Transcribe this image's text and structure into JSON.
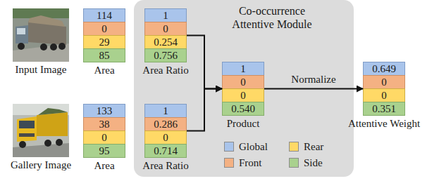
{
  "diagram": {
    "nodes": [
      {
        "text": [
          "Input Image"
        ]
      },
      {
        "text": [
          "114",
          "0",
          "29",
          "85",
          "Area"
        ]
      },
      {
        "text": [
          "Co-occurrence Attentive Module"
        ]
      },
      {
        "text": [
          "1",
          "0",
          "0.254",
          "0.756",
          "Area Ratio"
        ],
        "in": 2
      },
      {
        "text": [
          "1",
          "0",
          "0",
          "0.540",
          "Product"
        ],
        "in": 2
      },
      {
        "text": [
          "Gallery Image"
        ]
      },
      {
        "text": [
          "133",
          "38",
          "0",
          "95",
          "Area"
        ]
      },
      {
        "text": [
          "1",
          "0.286",
          "0",
          "0.714",
          "Area Ratio"
        ],
        "in": 2
      },
      {
        "text": [
          "0.649",
          "0",
          "0",
          "0.351",
          "Attentive Weight"
        ]
      }
    ],
    "edges": [
      {
        "from": 3,
        "to": 4,
        "arrow": "to"
      },
      {
        "from": 7,
        "to": 4,
        "arrow": "to"
      },
      {
        "from": 4,
        "to": 8,
        "arrow": "to",
        "label": "Normalize"
      }
    ],
    "legend": [
      {
        "text": "Global",
        "color": "#a9c4eb"
      },
      {
        "text": "Rear",
        "color": "#ffd966"
      },
      {
        "text": "Front",
        "color": "#f4b183"
      },
      {
        "text": "Side",
        "color": "#a9d18e"
      }
    ]
  }
}
